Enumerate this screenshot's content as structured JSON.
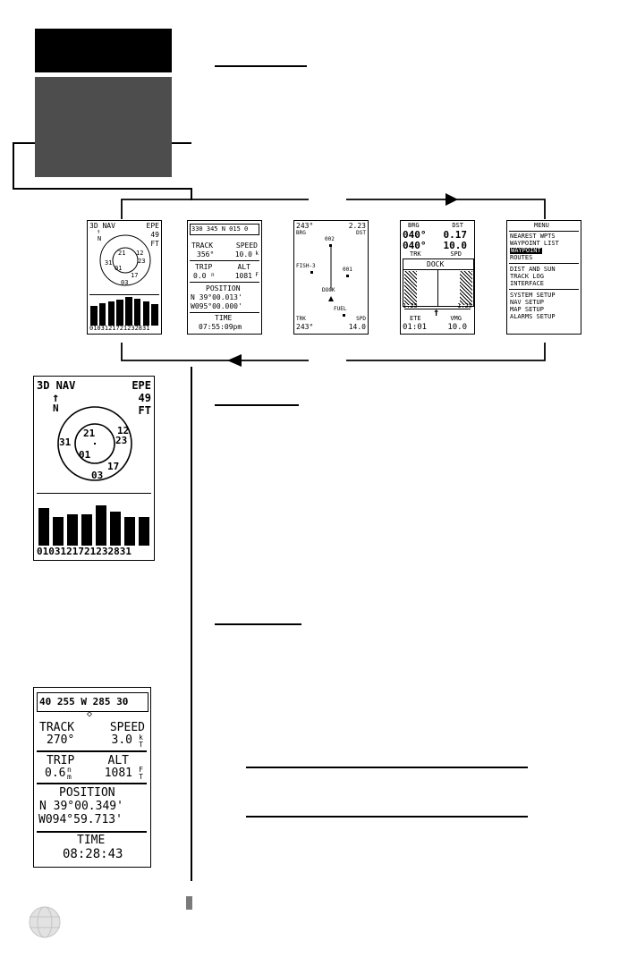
{
  "thumb1": {
    "status": "3D NAV",
    "epe_label": "EPE",
    "epe_value": "49",
    "epe_unit": "FT",
    "north": "N",
    "sats": [
      "21",
      "12",
      "31",
      "23",
      "01",
      "17",
      "03"
    ],
    "bar_labels": "0103121721232831",
    "bars": [
      0.65,
      0.75,
      0.8,
      0.85,
      0.95,
      0.88,
      0.78,
      0.7
    ]
  },
  "thumb2": {
    "compass": "330 345  N  015 0",
    "track_label": "TRACK",
    "speed_label": "SPEED",
    "track_value": "356°",
    "speed_value": "10.0",
    "trip_label": "TRIP",
    "alt_label": "ALT",
    "trip_value": "0.0",
    "alt_value": "1081",
    "position_label": "POSITION",
    "lat": "N  39°00.013'",
    "lon": "W095°00.000'",
    "time_label": "TIME",
    "time_value": "07:55:09pm"
  },
  "thumb3": {
    "brg_val": "243°",
    "brg_label": "BRG",
    "dst_val": "2.23",
    "dst_label": "DST",
    "wp_002": "002",
    "wp_fish": "FISH-3",
    "wp_001": "001",
    "wp_dock": "DOCK",
    "wp_fuel": "FUEL",
    "trk_label": "TRK",
    "trk_val": "243°",
    "spd_label": "SPD",
    "spd_val": "14.0"
  },
  "thumb4": {
    "brg_label": "BRG",
    "dst_label": "DST",
    "row1_left": "040°",
    "row1_right": "0.17",
    "row2_left": "040°",
    "row2_right": "10.0",
    "trk_label": "TRK",
    "spd_label": "SPD",
    "dest": "DOCK",
    "scale_left": "1.25",
    "scale_right": "1.25",
    "ete_label": "ETE",
    "vmg_label": "VMG",
    "ete_val": "01:01",
    "vmg_val": "10.0"
  },
  "thumb5": {
    "title": "MENU",
    "group1": [
      "NEAREST WPTS",
      "WAYPOINT LIST",
      "WAYPOINT",
      "ROUTES"
    ],
    "group2": [
      "DIST AND SUN",
      "TRACK LOG",
      "INTERFACE"
    ],
    "group3": [
      "SYSTEM SETUP",
      "NAV SETUP",
      "MAP SETUP",
      "ALARMS SETUP"
    ]
  },
  "big1": {
    "status": "3D NAV",
    "epe_label": "EPE",
    "epe_value": "49",
    "epe_unit": "FT",
    "north": "N",
    "sats": [
      "21",
      "12",
      "31",
      "23",
      "01",
      "17",
      "03"
    ],
    "bar_labels": "0103121721232831",
    "bars": [
      0.72,
      0.56,
      0.6,
      0.6,
      0.78,
      0.66,
      0.56,
      0.56
    ]
  },
  "big2": {
    "compass": "40 255  W  285 30",
    "track_label": "TRACK",
    "speed_label": "SPEED",
    "track_value": "270°",
    "speed_value": "3.0",
    "trip_label": "TRIP",
    "alt_label": "ALT",
    "trip_value": "0.6",
    "alt_value": "1081",
    "position_label": "POSITION",
    "lat": "N  39°00.349'",
    "lon": "W094°59.713'",
    "time_label": "TIME",
    "time_value": "08:28:43"
  }
}
